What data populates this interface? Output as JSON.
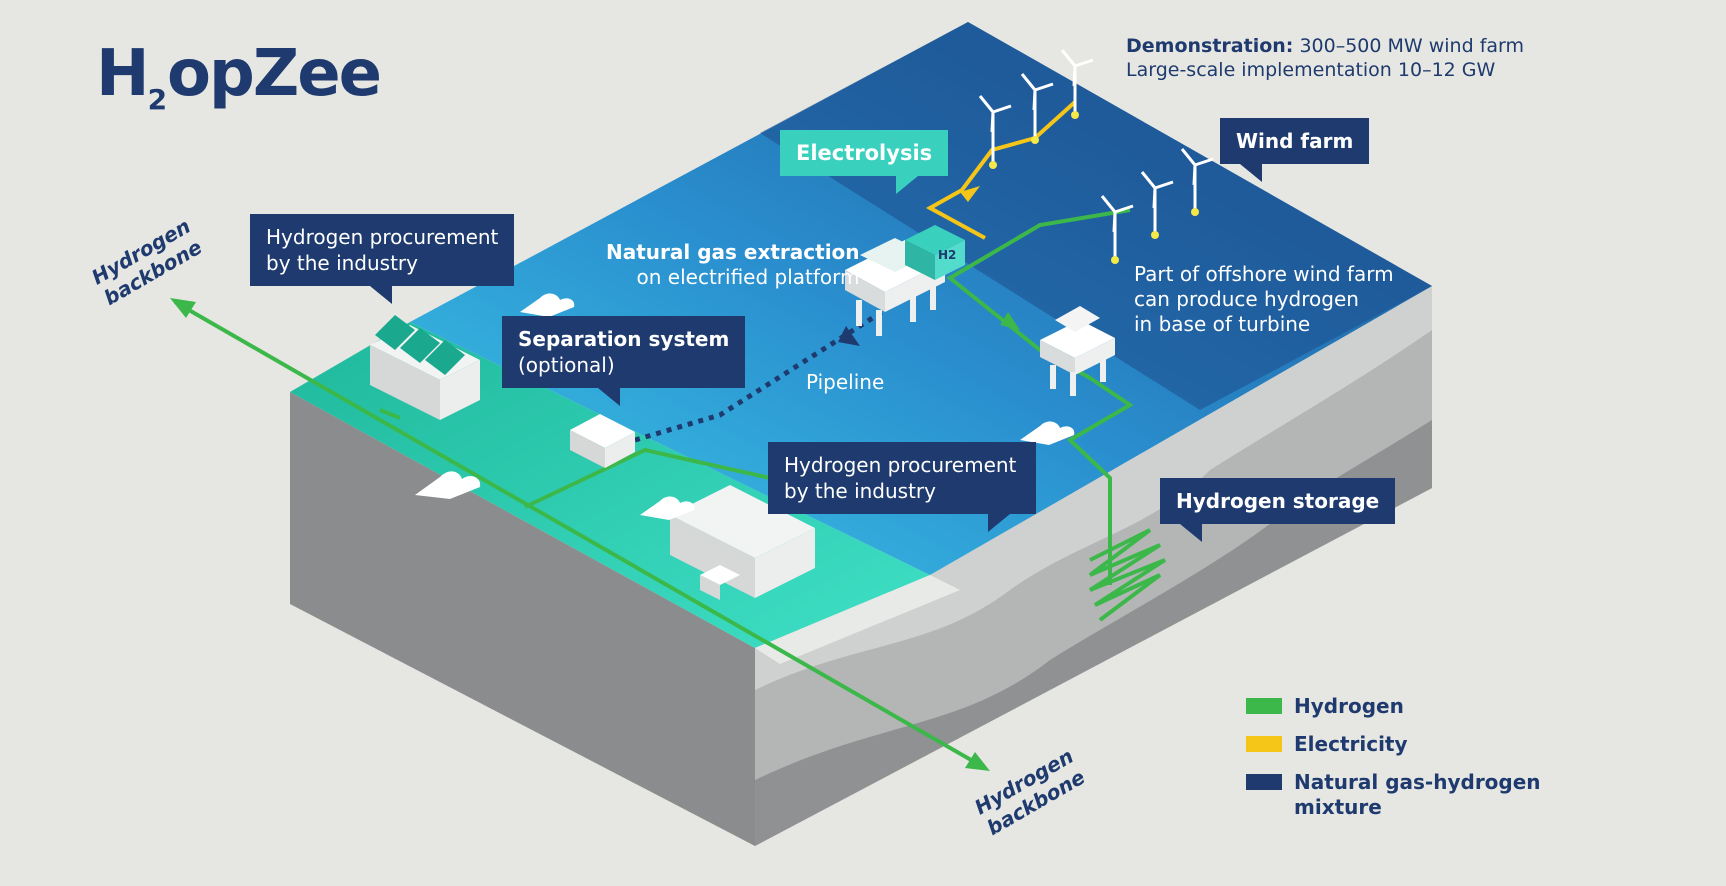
{
  "logo": {
    "part1": "H",
    "sub": "2",
    "part2": "opZee"
  },
  "top_info": {
    "demo_label": "Demonstration:",
    "demo_value": "300–500 MW wind farm",
    "large_scale": "Large-scale implementation 10–12 GW"
  },
  "callouts": {
    "electrolysis": "Electrolysis",
    "wind_farm": "Wind farm",
    "procurement_top": [
      "Hydrogen procurement",
      "by the industry"
    ],
    "separation_title": "Separation system",
    "separation_sub": "(optional)",
    "procurement_bottom": [
      "Hydrogen procurement",
      "by the industry"
    ],
    "storage": "Hydrogen storage"
  },
  "labels": {
    "gas_extraction_title": "Natural gas extraction",
    "gas_extraction_sub": "on electrified platform",
    "pipeline": "Pipeline",
    "offshore": [
      "Part of offshore wind farm",
      "can produce hydrogen",
      "in base of turbine"
    ],
    "h2_tag": "H2"
  },
  "backbone": {
    "left": [
      "Hydrogen",
      "backbone"
    ],
    "right": [
      "Hydrogen",
      "backbone"
    ]
  },
  "legend": [
    {
      "label": "Hydrogen",
      "color": "#3cb84a"
    },
    {
      "label": "Electricity",
      "color": "#f5c518"
    },
    {
      "label": "Natural gas-hydrogen mixture",
      "color": "#1e3a6e"
    }
  ],
  "colors": {
    "navy": "#1e3a6e",
    "teal": "#39d0bd",
    "sea_dark": "#1a4d8c",
    "sea_light": "#36c1e6",
    "hydrogen": "#3cb84a",
    "electricity": "#f5c518",
    "land": "#2fd1b3"
  }
}
